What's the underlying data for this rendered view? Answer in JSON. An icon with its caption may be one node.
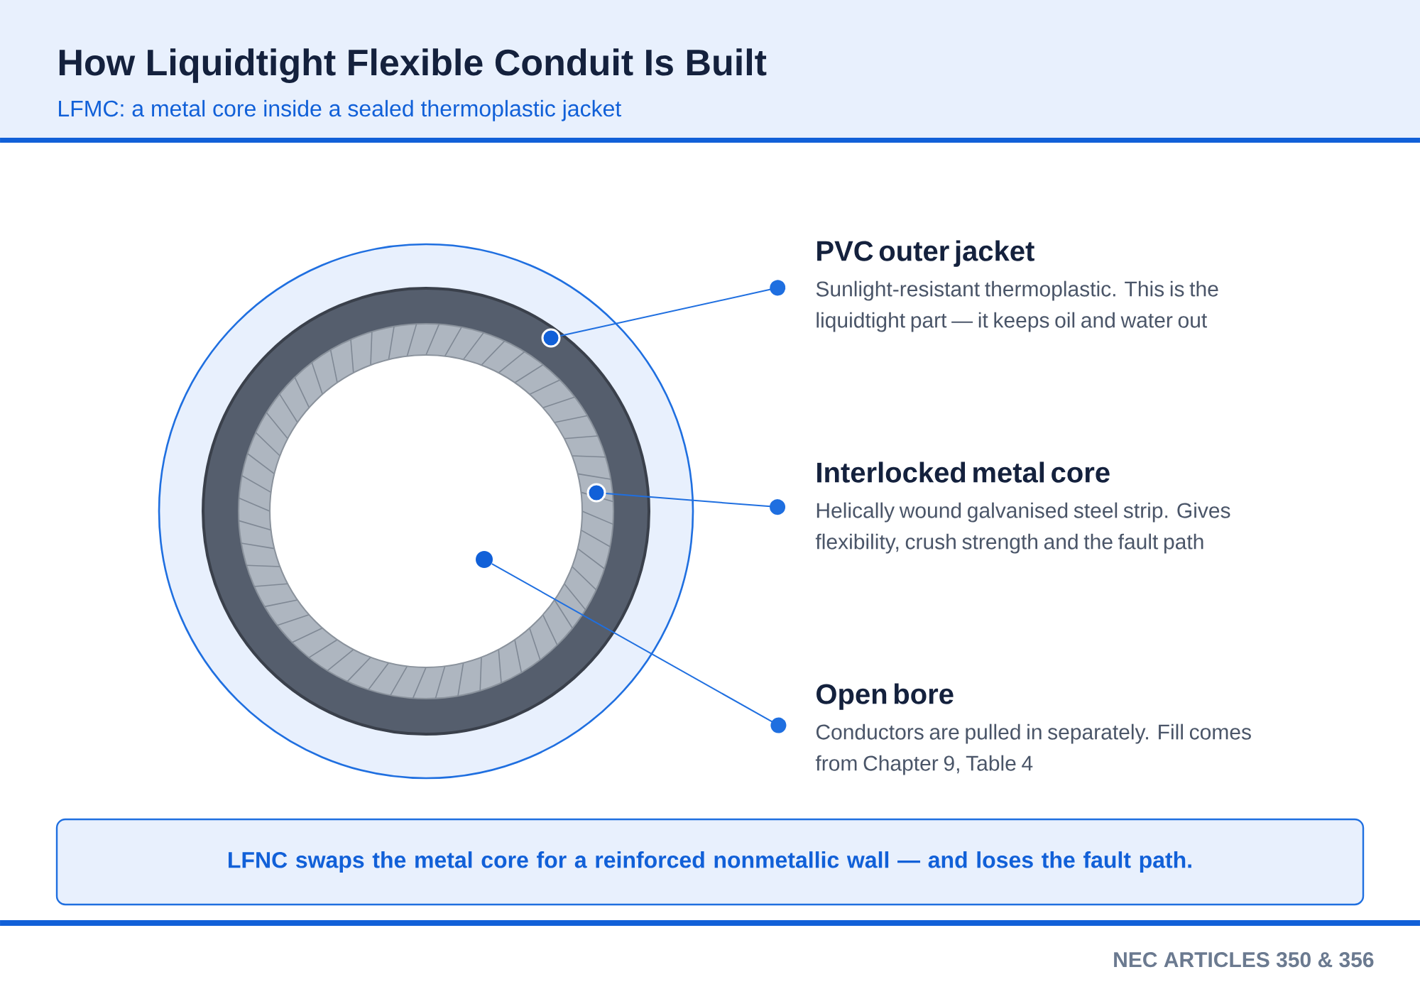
{
  "diagram": {
    "title": "How Liquidtight Flexible Conduit Is Built",
    "nodes": [
      {
        "text": [
          "PVC outer jacket",
          "Sunlight-resistant thermoplastic. This is the liquidtight part — it keeps oil and water out"
        ]
      },
      {
        "text": [
          "Interlocked metal core",
          "Helically wound galvanised steel strip. Gives flexibility, crush strength and the fault path"
        ]
      },
      {
        "text": [
          "Open bore",
          "Conductors are pulled in separately. Fill comes from Chapter 9, Table 4"
        ]
      },
      {
        "text": [],
        "shape": "circle"
      },
      {
        "text": [],
        "shape": "circle"
      },
      {
        "text": [],
        "shape": "circle"
      },
      {
        "text": [
          "LFNC swaps the metal core for a reinforced nonmetallic wall — and loses the fault path."
        ]
      }
    ],
    "edges": [
      {
        "from": 0,
        "to": 3,
        "arrow": "other"
      },
      {
        "from": 1,
        "to": 4,
        "arrow": "other"
      },
      {
        "from": 2,
        "to": 5,
        "arrow": "other"
      }
    ],
    "labels": [
      "LFMC: a metal core inside a sealed thermoplastic jacket",
      "NEC ARTICLES 350 & 356"
    ]
  }
}
